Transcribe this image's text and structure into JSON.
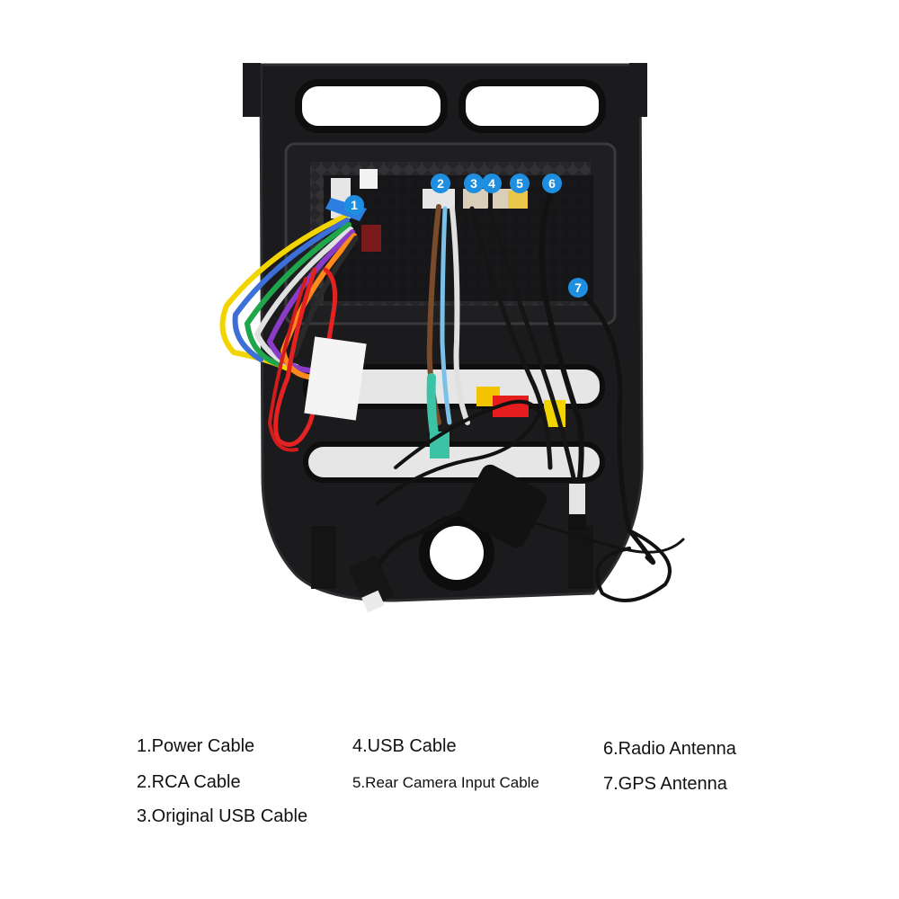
{
  "labels": {
    "power": "1.Power Cable",
    "rca": "2.RCA Cable",
    "original_usb": "3.Original USB Cable",
    "usb": "4.USB Cable",
    "rear_camera": "5.Rear Camera Input Cable",
    "radio": "6.Radio Antenna",
    "gps": "7.GPS Antenna"
  },
  "badges": [
    "1",
    "2",
    "3",
    "4",
    "5",
    "6",
    "7"
  ],
  "colors": {
    "badge": "#1e8fe0",
    "frame": "#1b1b1d",
    "frame_edge": "#2d2d30",
    "mesh": "#2a2a2c",
    "cable_black": "#121212"
  }
}
